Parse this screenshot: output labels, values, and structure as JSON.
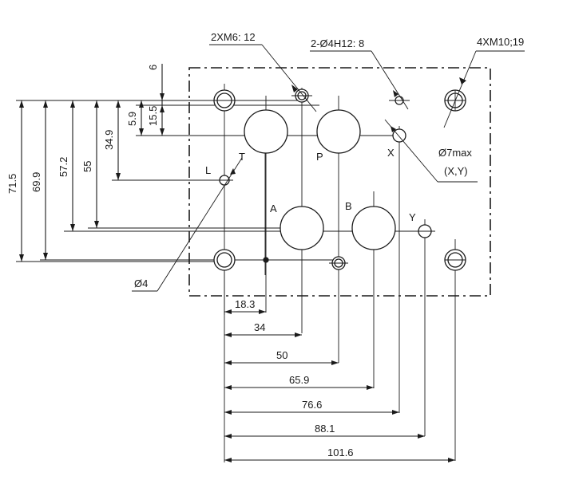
{
  "callouts": {
    "bolt_m6": "2XM6: 12",
    "pin_hole": "2-Ø4H12: 8",
    "bolt_m10": "4XM10;19",
    "xy_port": "Ø7max",
    "xy_port_sub": "(X,Y)",
    "locating": "Ø4"
  },
  "ports": {
    "p": "P",
    "t": "T",
    "a": "A",
    "b": "B",
    "x": "X",
    "y": "Y",
    "l": "L"
  },
  "horizontal_dims": [
    "18.3",
    "34",
    "50",
    "65.9",
    "76.6",
    "88.1",
    "101.6"
  ],
  "vertical_dims": [
    "71.5",
    "69.9",
    "57.2",
    "55",
    "34.9",
    "5.9",
    "15.5",
    "6"
  ]
}
